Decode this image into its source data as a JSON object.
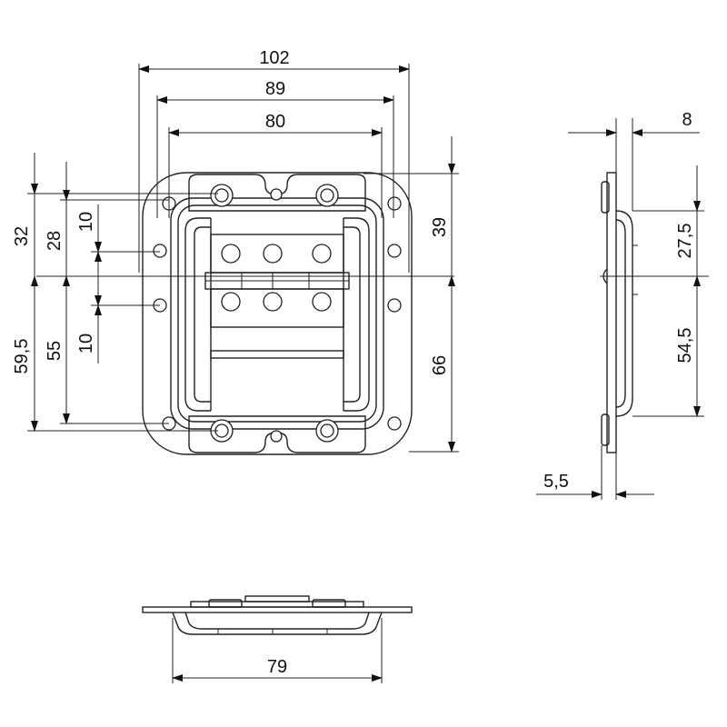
{
  "drawing": {
    "front_view": {
      "dims": {
        "width_102": "102",
        "width_89": "89",
        "width_80": "80",
        "upper_32": "32",
        "upper_28": "28",
        "upper_10": "10",
        "lower_10": "10",
        "lower_59_5": "59,5",
        "lower_55": "55",
        "right_39": "39",
        "right_66": "66"
      }
    },
    "side_view": {
      "dims": {
        "depth_8": "8",
        "upper_27_5": "27,5",
        "lower_54_5": "54,5",
        "plate_5_5": "5,5"
      }
    },
    "bottom_view": {
      "dims": {
        "width_79": "79"
      }
    }
  }
}
